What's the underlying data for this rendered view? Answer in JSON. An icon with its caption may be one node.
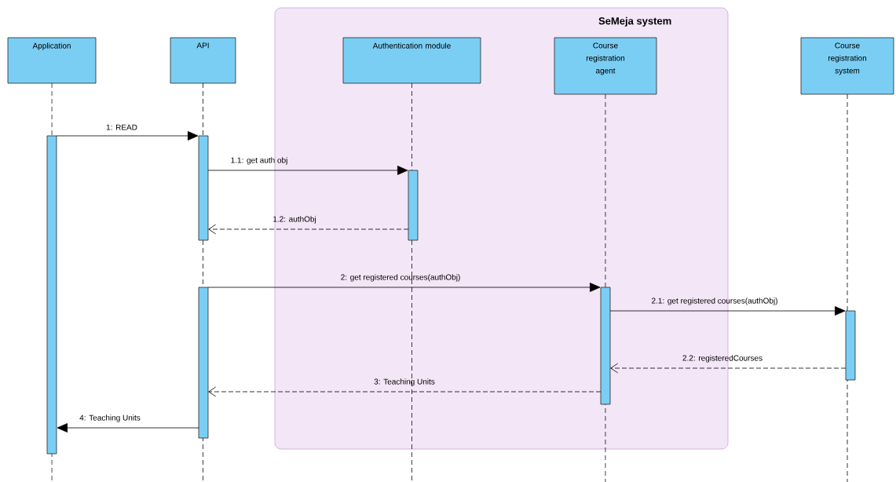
{
  "diagram": {
    "nodes": [
      {
        "text": [
          "SeMeja system"
        ]
      },
      {
        "text": [
          "Application"
        ]
      },
      {
        "text": [
          "API"
        ]
      },
      {
        "text": [
          "Authentication module"
        ],
        "in": 0
      },
      {
        "text": [
          "Course registration agent"
        ],
        "in": 0
      },
      {
        "text": [
          "Course registration system"
        ]
      },
      {
        "text": [],
        "shape": "bar"
      },
      {
        "text": [],
        "shape": "bar"
      },
      {
        "text": [],
        "shape": "bar",
        "in": 0
      },
      {
        "text": [],
        "shape": "bar"
      },
      {
        "text": [],
        "shape": "bar",
        "in": 0
      },
      {
        "text": [],
        "shape": "bar"
      }
    ],
    "edges": [
      {
        "from": 6,
        "to": 7,
        "arrow": "to",
        "label": "1: READ"
      },
      {
        "from": 7,
        "to": 8,
        "arrow": "to",
        "label": "1.1: get auth obj"
      },
      {
        "from": 8,
        "to": 7,
        "arrow": "to",
        "label": "1.2: authObj",
        "style": "dashed"
      },
      {
        "from": 9,
        "to": 10,
        "arrow": "to",
        "label": "2: get registered courses(authObj)"
      },
      {
        "from": 10,
        "to": 11,
        "arrow": "to",
        "label": "2.1: get registered courses(authObj)"
      },
      {
        "from": 11,
        "to": 10,
        "arrow": "to",
        "label": "2.2: registeredCourses",
        "style": "dashed"
      },
      {
        "from": 10,
        "to": 9,
        "arrow": "to",
        "label": "3: Teaching Units",
        "style": "dashed"
      },
      {
        "from": 9,
        "to": 6,
        "arrow": "to",
        "label": "4: Teaching Units"
      },
      {
        "from": 1,
        "to": null,
        "arrow": "none",
        "style": "dashed"
      },
      {
        "from": 2,
        "to": null,
        "arrow": "none",
        "style": "dashed"
      },
      {
        "from": 3,
        "to": null,
        "arrow": "none",
        "style": "dashed"
      },
      {
        "from": 4,
        "to": null,
        "arrow": "none",
        "style": "dashed"
      },
      {
        "from": 5,
        "to": null,
        "arrow": "none",
        "style": "dashed"
      }
    ]
  }
}
